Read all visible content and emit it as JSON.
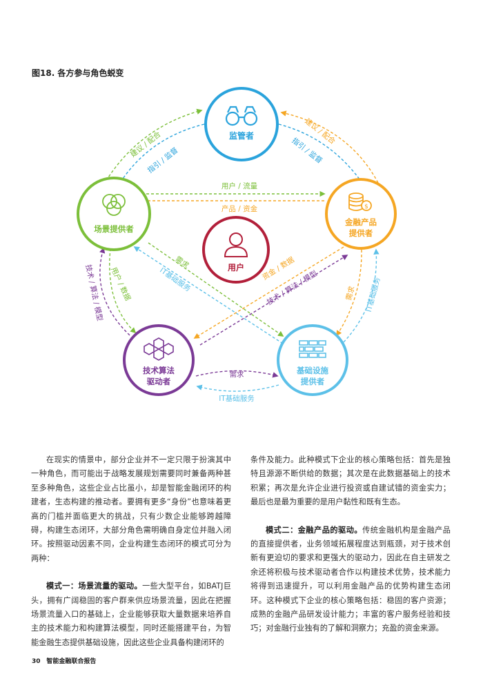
{
  "figure": {
    "title": "图18. 各方参与角色蜕变",
    "nodes": {
      "regulator": "监管者",
      "scenario": "场景提供者",
      "financial_line1": "金融产品",
      "financial_line2": "提供者",
      "user": "用户",
      "tech_line1": "技术算法",
      "tech_line2": "驱动者",
      "infra_line1": "基础设施",
      "infra_line2": "提供者"
    },
    "edges": {
      "suggest_cooperate_left": "建议 / 配合",
      "guide_supervise_left": "指引 / 监督",
      "suggest_cooperate_right": "建议 / 配合",
      "guide_supervise_right": "指引 / 监督",
      "users_traffic": "用户 / 流量",
      "products_funds": "产品 / 资金",
      "tech_algo_model_left": "技术 / 算法 / 模型",
      "users_data_left": "用户 / 数据",
      "demand_left": "需求",
      "it_service_left": "IT基础服务",
      "funds_data": "资金 / 数据",
      "tech_algo_model_center": "技术 / 算法 / 模型",
      "demand_right": "需求",
      "it_service_right": "IT基础服务",
      "demand_bottom": "需求",
      "it_service_bottom": "IT基础服务"
    }
  },
  "body": {
    "left_p1": "在现实的情景中，部分企业并不一定只限于扮演其中一种角色，而可能出于战略发展规划需要同时兼备两种甚至多种角色，这些企业占比虽小，却是智能金融闭环的构建者，生态构建的推动者。要拥有更多“身份”也意味着更高的门槛并面临更大的挑战，只有少数企业能够跨越障碍，构建生态闭环，大部分角色需明确自身定位并融入闭环。按照驱动因素不同，企业构建生态闭环的模式可分为两种：",
    "left_p2_head": "模式一：场景流量的驱动。",
    "left_p2_text": "一些大型平台，如BATJ巨头，拥有广阔稳固的客户群来供应场景流量，因此在把握场景流量入口的基础上，企业能够获取大量数据来培养自主的技术能力和构建算法模型，同时还能搭建平台，为智能金融生态提供基础设施，因此这些企业具备构建闭环的",
    "right_p1": "条件及能力。此种模式下企业的核心策略包括：首先是独特且源源不断供给的数据；其次是在此数据基础上的技术积累；再次是允许企业进行投资或自建试错的资金实力；最后也是最为重要的是用户黏性和既有生态。",
    "right_p2_head": "模式二：金融产品的驱动。",
    "right_p2_text": "传统金融机构是金融产品的直接提供者，业务领域拓展程度达到瓶颈，对于技术创新有更迫切的要求和更强大的驱动力，因此在自主研发之余还将积极与技术驱动者合作以构建技术优势，技术能力将得到迅速提升，可以利用金融产品的优势构建生态闭环。这种模式下企业的核心策略包括：稳固的客户资源；成熟的金融产品研发设计能力；丰富的客户服务经验和技巧；对金融行业独有的了解和洞察力；充盈的资金来源。"
  },
  "footer": {
    "page_number": "30",
    "report_title": "智能金融联合报告"
  },
  "colors": {
    "regulator": "#2aa3dc",
    "scenario": "#7cbf3a",
    "financial": "#f5a623",
    "user": "#b21f3a",
    "tech": "#7b3a96",
    "infra": "#5cc0e8"
  }
}
